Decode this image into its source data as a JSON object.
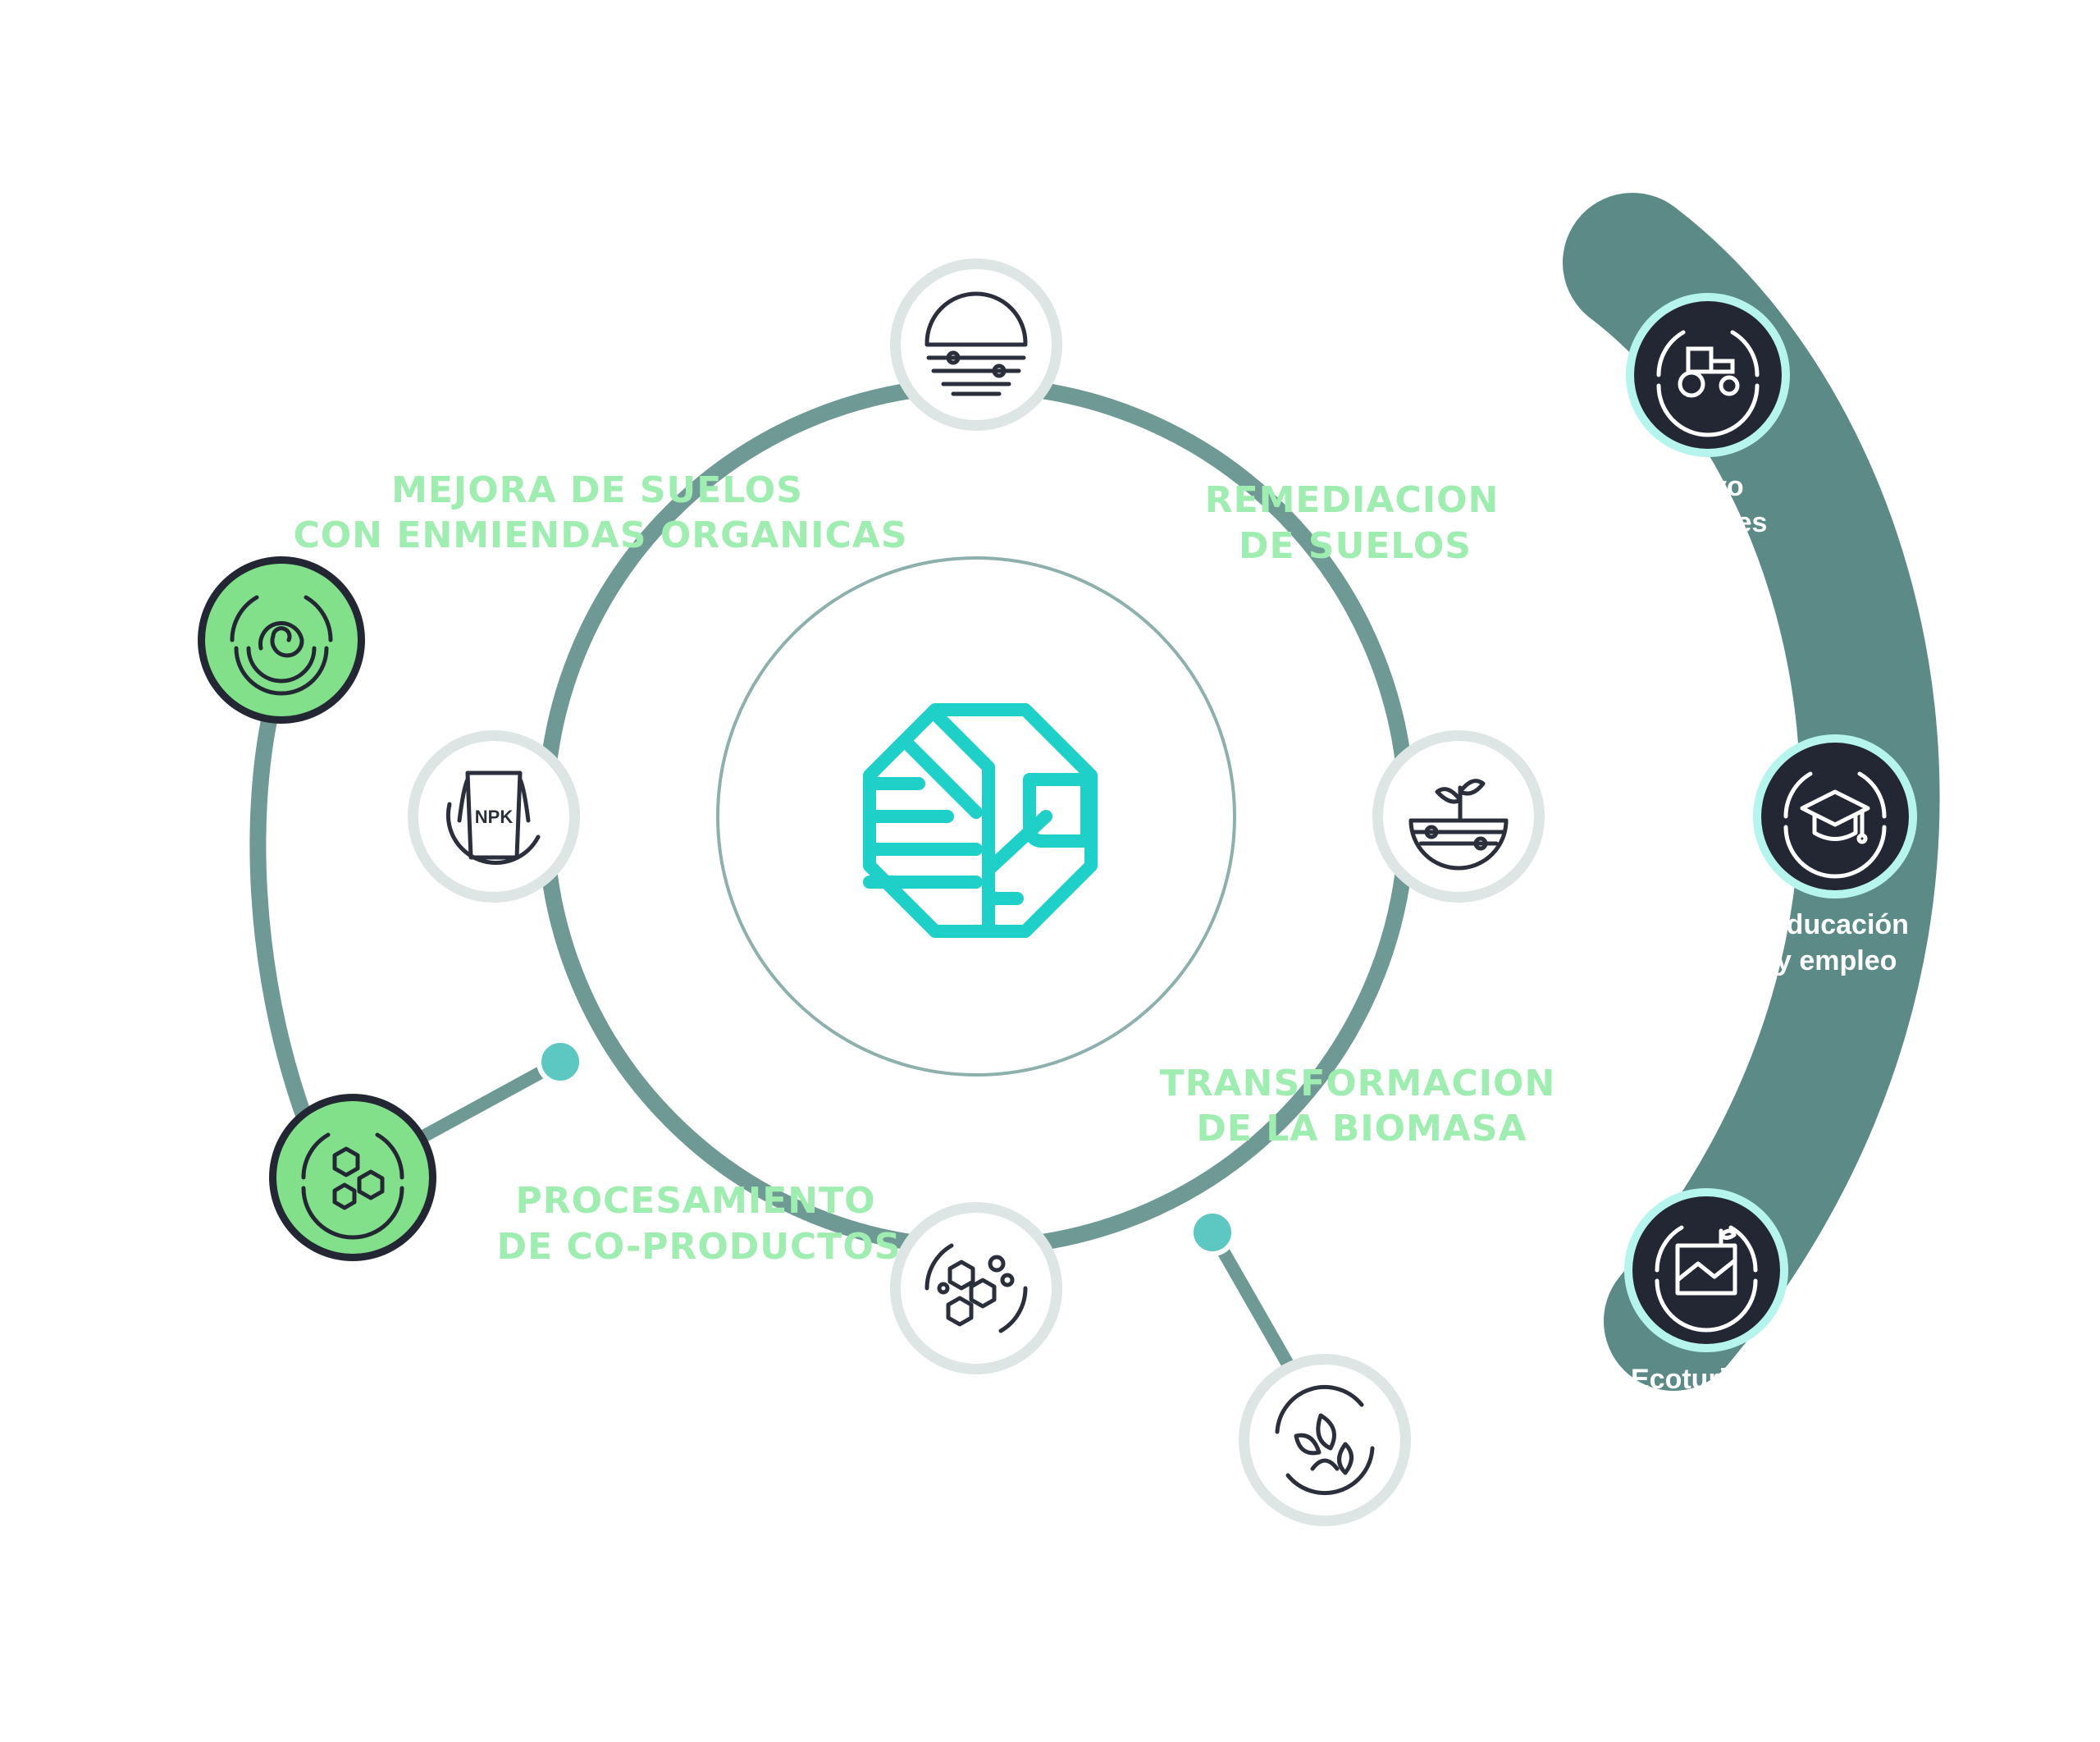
{
  "labels": {
    "mejora_line1": "MEJORA DE SUELOS",
    "mejora_line2": "CON ENMIENDAS ORGANICAS",
    "remediacion_line1": "REMEDIACION",
    "remediacion_line2": "DE SUELOS",
    "transformacion_line1": "TRANSFORMACION",
    "transformacion_line2": "DE LA BIOMASA",
    "procesamiento_line1": "PROCESAMIENTO",
    "procesamiento_line2": "DE CO-PRODUCTOS"
  },
  "side_panel": {
    "cultivo_line1": "ultivo",
    "cultivo_line2": "etales",
    "educacion_line1": "Educación",
    "educacion_line2": "y empleo",
    "ecoturismo": "Ecoturi"
  },
  "npk_badge": "NPK",
  "colors": {
    "ring": "#6f9995",
    "panel": "#5b8a87",
    "logo": "#1ed0c8",
    "connector_dot": "#5dc7c2",
    "green_node": "#82e08a",
    "dark_node": "#232733",
    "node_outline_cyan": "#b6f4ee",
    "label_green": "#9fedb0"
  },
  "icons": {
    "top": "soil-layers-icon",
    "left": "npk-fertilizer-bag-icon",
    "right": "plant-soil-remediation-icon",
    "bottom": "hexagon-molecules-icon",
    "bottom_right": "leaf-recycle-icon",
    "green_top": "spiral-compost-icon",
    "green_bottom": "molecule-cycle-icon",
    "panel_1": "tractor-icon",
    "panel_2": "graduation-cap-icon",
    "panel_3": "ecotourism-landscape-icon",
    "center": "brand-logo-icon"
  }
}
